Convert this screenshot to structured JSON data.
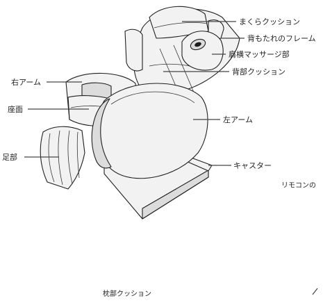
{
  "labels": {
    "headrest_cushion": "まくらクッション",
    "backrest_frame": "背もたれのフレーム",
    "shoulder_massage": "肩横マッサージ部",
    "back_cushion": "背部クッション",
    "right_arm": "右アーム",
    "seat": "座面",
    "left_arm": "左アーム",
    "foot": "足部",
    "caster": "キャスター",
    "remote_cut": "リモコンの"
  },
  "bottom": {
    "pillow_caption": "枕部クッション"
  },
  "colors": {
    "line": "#1e1e1e",
    "fill": "#f2f2f2",
    "shade": "#dcdcdc"
  }
}
